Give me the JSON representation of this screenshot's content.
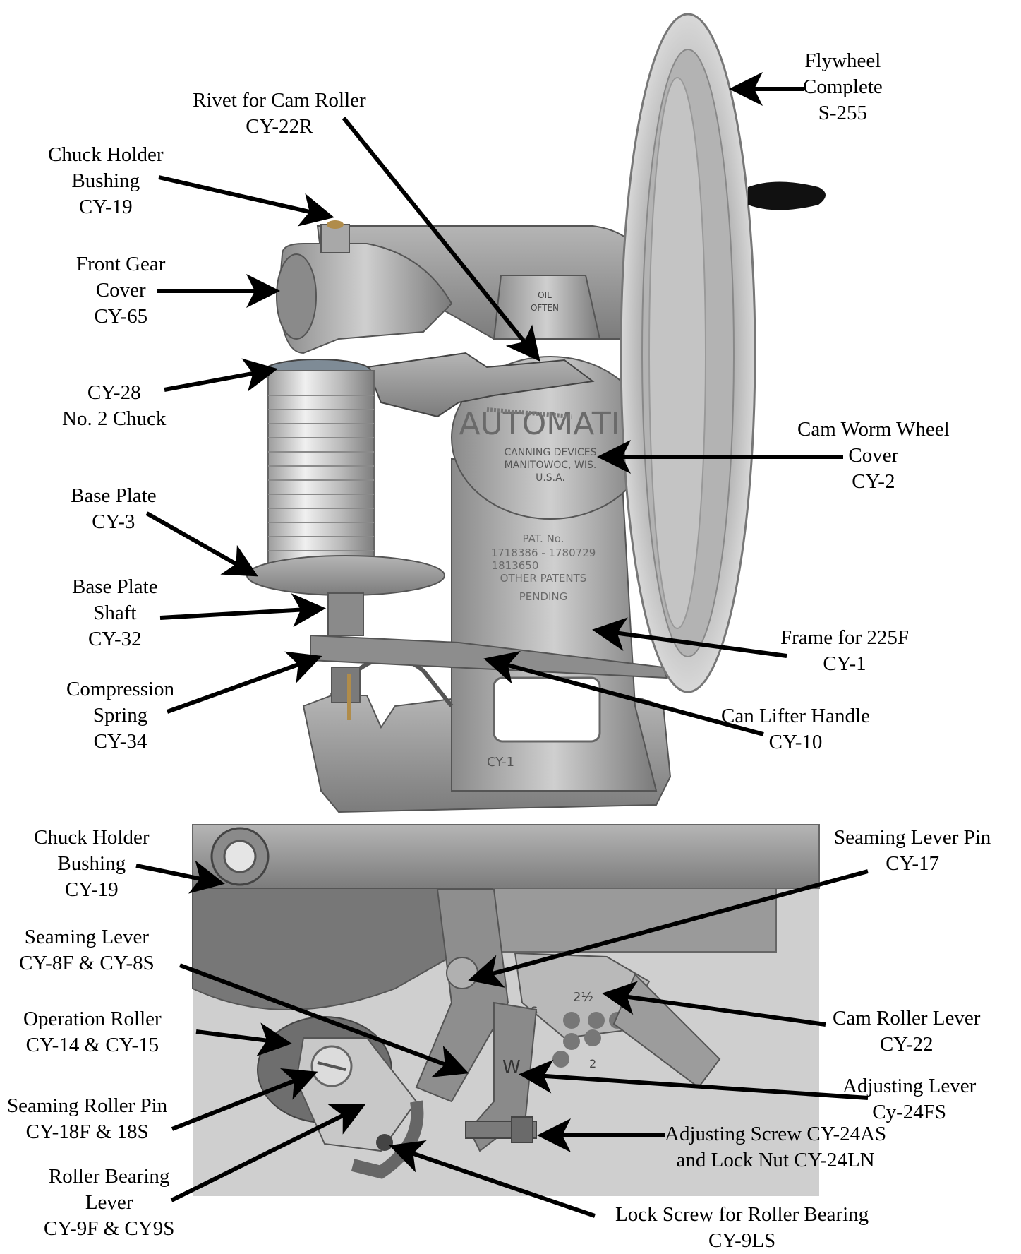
{
  "colors": {
    "metal_light": "#c9c9c9",
    "metal_mid": "#9a9a9a",
    "metal_dark": "#6c6c6c",
    "photo_backdrop": "#cfcfcf",
    "knob": "#111111",
    "arrow": "#000000"
  },
  "top_labels": [
    {
      "id": "flywheel",
      "lines": [
        "Flywheel",
        "Complete",
        "S-255"
      ]
    },
    {
      "id": "rivet-cam-roller",
      "lines": [
        "Rivet for Cam Roller",
        "CY-22R"
      ]
    },
    {
      "id": "chuck-holder-bushing-top",
      "lines": [
        "Chuck Holder",
        "Bushing",
        "CY-19"
      ]
    },
    {
      "id": "front-gear-cover",
      "lines": [
        "Front Gear",
        "Cover",
        "CY-65"
      ]
    },
    {
      "id": "no2-chuck",
      "lines": [
        "CY-28",
        "No. 2 Chuck"
      ]
    },
    {
      "id": "cam-worm-wheel-cover",
      "lines": [
        "Cam Worm Wheel",
        "Cover",
        "CY-2"
      ]
    },
    {
      "id": "base-plate",
      "lines": [
        "Base Plate",
        "CY-3"
      ]
    },
    {
      "id": "base-plate-shaft",
      "lines": [
        "Base Plate",
        "Shaft",
        "CY-32"
      ]
    },
    {
      "id": "frame",
      "lines": [
        "Frame for 225F",
        "CY-1"
      ]
    },
    {
      "id": "compression-spring",
      "lines": [
        "Compression",
        "Spring",
        "CY-34"
      ]
    },
    {
      "id": "can-lifter-handle",
      "lines": [
        "Can Lifter Handle",
        "CY-10"
      ]
    }
  ],
  "bottom_labels": [
    {
      "id": "chuck-holder-bushing-bottom",
      "lines": [
        "Chuck Holder",
        "Bushing",
        "CY-19"
      ]
    },
    {
      "id": "seaming-lever-pin",
      "lines": [
        "Seaming Lever Pin",
        "CY-17"
      ]
    },
    {
      "id": "seaming-lever",
      "lines": [
        "Seaming Lever",
        "CY-8F & CY-8S"
      ]
    },
    {
      "id": "cam-roller-lever",
      "lines": [
        "Cam Roller Lever",
        "CY-22"
      ]
    },
    {
      "id": "operation-roller",
      "lines": [
        "Operation Roller",
        "CY-14 & CY-15"
      ]
    },
    {
      "id": "adjusting-lever",
      "lines": [
        "Adjusting Lever",
        "Cy-24FS"
      ]
    },
    {
      "id": "seaming-roller-pin",
      "lines": [
        "Seaming Roller Pin",
        "CY-18F & 18S"
      ]
    },
    {
      "id": "adjusting-screw",
      "lines": [
        "Adjusting Screw CY-24AS",
        "and Lock Nut CY-24LN"
      ]
    },
    {
      "id": "roller-bearing-lever",
      "lines": [
        "Roller Bearing",
        "Lever",
        "CY-9F & CY9S"
      ]
    },
    {
      "id": "lock-screw",
      "lines": [
        "Lock Screw for Roller Bearing",
        "CY-9LS"
      ]
    }
  ],
  "machine_text": {
    "cover_lines": [
      "AUTOMATIC",
      "CANNING DEVICES",
      "MANITOWOC, WIS.",
      "U.S.A."
    ],
    "patent_lines": [
      "PAT. No.",
      "1718386 - 1780729",
      "1813650",
      "OTHER PATENTS",
      "PENDING"
    ],
    "oil_text": [
      "OIL",
      "OFTEN"
    ],
    "frame_cast": "CY-1",
    "lever_stamp": "W",
    "cam_stamps": [
      "2½",
      "2",
      "S"
    ]
  }
}
